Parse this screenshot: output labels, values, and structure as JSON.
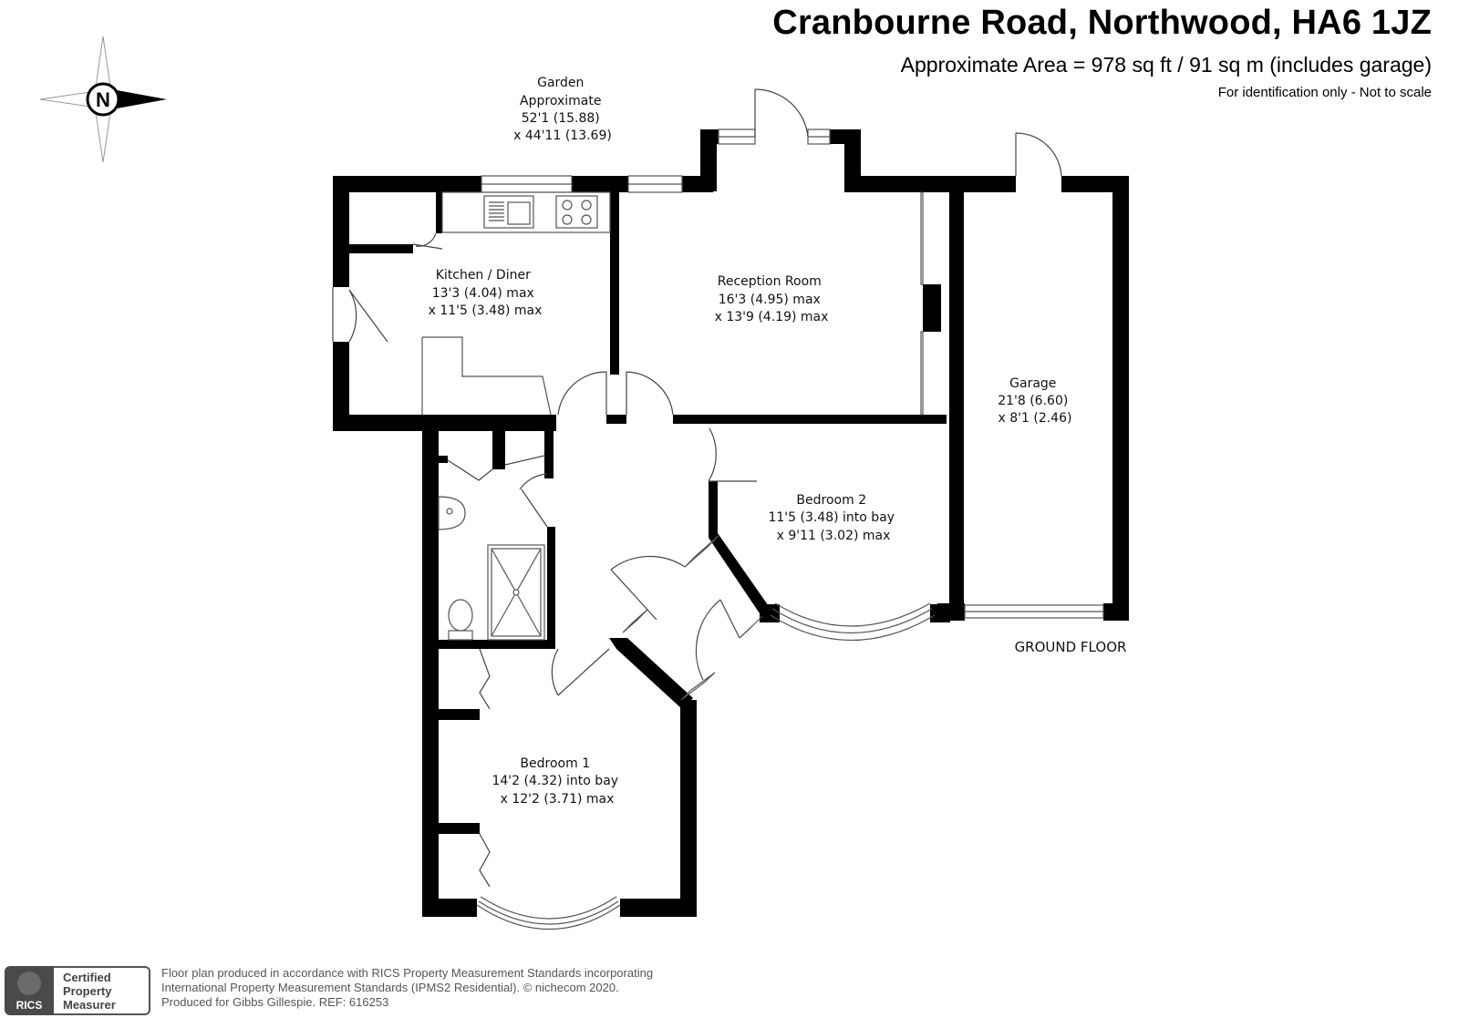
{
  "header": {
    "title": "Cranbourne Road, Northwood, HA6 1JZ",
    "area": "Approximate Area = 978 sq ft / 91 sq m (includes garage)",
    "identification": "For identification only - Not to scale"
  },
  "compass": {
    "letter": "N",
    "icon": "compass-rose-icon"
  },
  "garden": {
    "lines": [
      "Garden",
      "Approximate",
      "52'1 (15.88)",
      "x 44'11 (13.69)"
    ]
  },
  "rooms": {
    "kitchen": {
      "lines": [
        "Kitchen / Diner",
        "13'3 (4.04) max",
        "x 11'5 (3.48) max"
      ]
    },
    "reception": {
      "lines": [
        "Reception Room",
        "16'3 (4.95) max",
        "x 13'9 (4.19) max"
      ]
    },
    "garage": {
      "lines": [
        "Garage",
        "21'8 (6.60)",
        "x 8'1 (2.46)"
      ]
    },
    "bedroom2": {
      "lines": [
        "Bedroom 2",
        "11'5 (3.48) into bay",
        "x 9'11 (3.02) max"
      ]
    },
    "bedroom1": {
      "lines": [
        "Bedroom 1",
        "14'2 (4.32) into bay",
        "x 12'2 (3.71) max"
      ]
    }
  },
  "floor_label": "GROUND FLOOR",
  "footer": {
    "lines": [
      "Floor plan produced in accordance with RICS Property Measurement Standards incorporating",
      "International Property Measurement Standards (IPMS2 Residential).   © nichecom 2020.",
      "Produced for Gibbs Gillespie.   REF:  616253"
    ],
    "badge": {
      "mark": "RICS",
      "lines": [
        "Certified",
        "Property",
        "Measurer"
      ]
    }
  },
  "colors": {
    "wall": "#000000",
    "fixture": "#555555",
    "text": "#111111",
    "footer_text": "#555555"
  }
}
